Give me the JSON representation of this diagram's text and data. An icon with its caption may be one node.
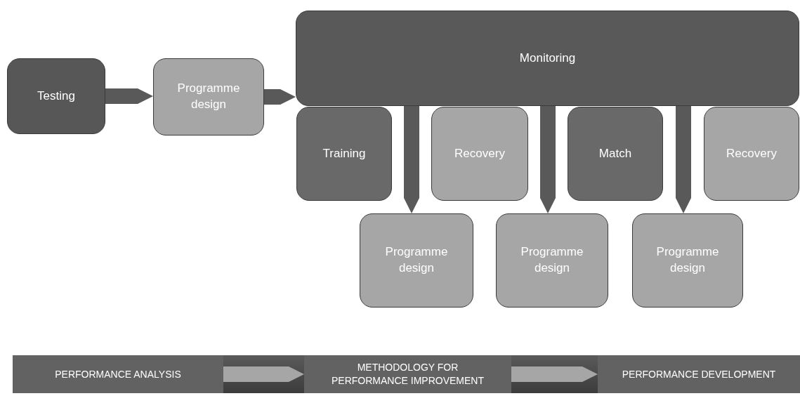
{
  "diagram": {
    "nodes": [
      {
        "text": [
          "Testing"
        ]
      },
      {
        "text": [
          "Programme design"
        ]
      },
      {
        "text": [
          "Monitoring"
        ]
      },
      {
        "text": [
          "Training"
        ]
      },
      {
        "text": [
          "Recovery"
        ]
      },
      {
        "text": [
          "Match"
        ]
      },
      {
        "text": [
          "Recovery"
        ]
      },
      {
        "text": [
          "Programme design"
        ]
      },
      {
        "text": [
          "Programme design"
        ]
      },
      {
        "text": [
          "Programme design"
        ]
      },
      {
        "text": [
          "PERFORMANCE ANALYSIS"
        ]
      },
      {
        "text": [
          "METHODOLOGY FOR PERFORMANCE IMPROVEMENT"
        ]
      },
      {
        "text": [
          "PERFORMANCE DEVELOPMENT"
        ]
      }
    ],
    "edges": [
      {
        "from": 0,
        "to": 1,
        "arrow": "to"
      },
      {
        "from": 1,
        "to": 2,
        "arrow": "to"
      },
      {
        "from": 2,
        "to": 7,
        "arrow": "to"
      },
      {
        "from": 2,
        "to": 8,
        "arrow": "to"
      },
      {
        "from": 2,
        "to": 9,
        "arrow": "to"
      },
      {
        "from": 10,
        "to": 11,
        "arrow": "to",
        "color": "#a6a6a6"
      },
      {
        "from": 11,
        "to": 12,
        "arrow": "to",
        "color": "#a6a6a6"
      }
    ]
  }
}
